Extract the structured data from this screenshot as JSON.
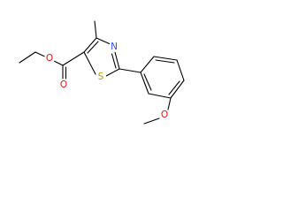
{
  "molecule": {
    "name_shown": "",
    "atoms": [
      {
        "id": "S1",
        "symbol": "S",
        "color": "#b8a000"
      },
      {
        "id": "N3",
        "symbol": "N",
        "color": "#3050f8"
      },
      {
        "id": "O_carbonyl",
        "symbol": "O",
        "color": "#ff0d0d"
      },
      {
        "id": "O_ester",
        "symbol": "O",
        "color": "#ff0d0d"
      },
      {
        "id": "O_methoxy",
        "symbol": "O",
        "color": "#ff0d0d"
      }
    ],
    "bond_color": "#000000"
  }
}
